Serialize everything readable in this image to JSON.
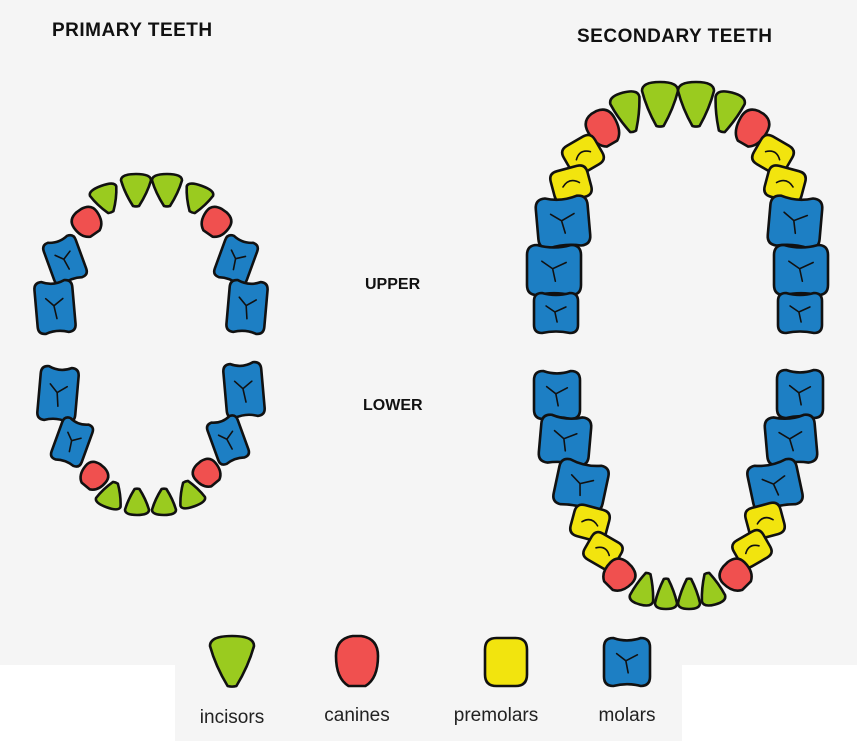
{
  "headings": {
    "primary": "PRIMARY TEETH",
    "secondary": "SECONDARY TEETH"
  },
  "jaw_labels": {
    "upper": "UPPER",
    "lower": "LOWER"
  },
  "legend": [
    {
      "key": "incisor",
      "label": "incisors",
      "color": "#9acb1f"
    },
    {
      "key": "canine",
      "label": "canines",
      "color": "#f0504f"
    },
    {
      "key": "premolar",
      "label": "premolars",
      "color": "#f2e40e"
    },
    {
      "key": "molar",
      "label": "molars",
      "color": "#1d7fc4"
    }
  ],
  "colors": {
    "outline": "#111111",
    "background": "#f5f5f5"
  }
}
